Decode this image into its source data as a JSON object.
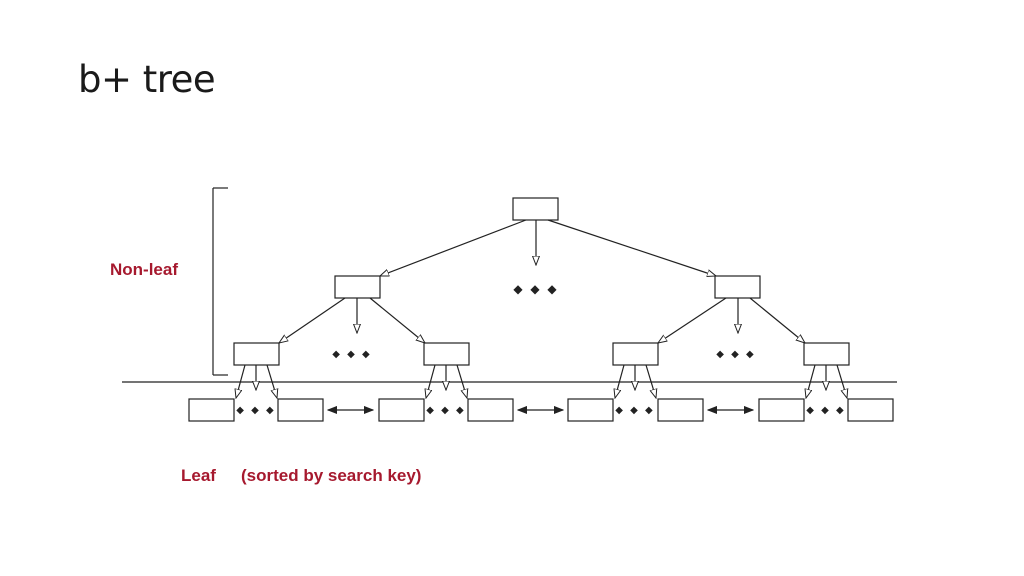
{
  "title": "b+ tree",
  "labels": {
    "non_leaf": "Non-leaf",
    "leaf": "Leaf",
    "leaf_note": "(sorted by search key)"
  },
  "colors": {
    "label_red": "#a6192e",
    "line": "#222222",
    "title": "#1a1a1a"
  }
}
